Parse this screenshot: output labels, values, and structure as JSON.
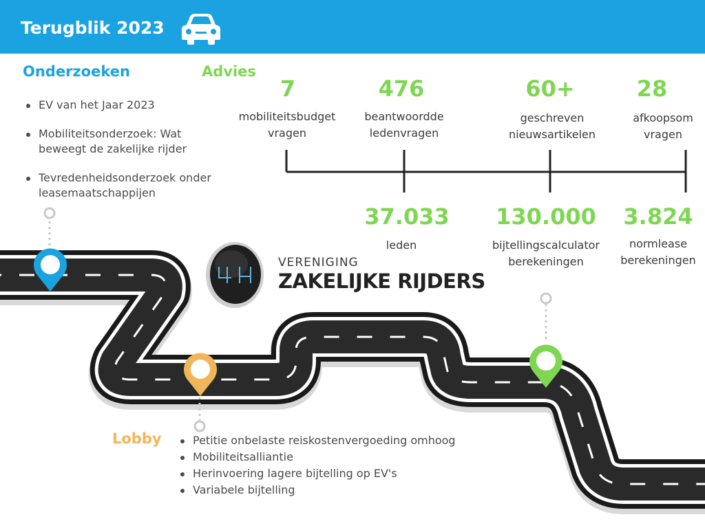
{
  "header": {
    "title": "Terugblik 2023",
    "background_color": "#1aa3e0",
    "icon": "car-icon"
  },
  "onderzoeken": {
    "heading": "Onderzoeken",
    "color": "#1aa3e0",
    "items": [
      "EV van het Jaar 2023",
      "Mobiliteitsonderzoek: Wat beweegt de zakelijke rijder",
      "Tevredenheidsonderzoek onder leasemaatschappijen"
    ]
  },
  "advies": {
    "heading": "Advies",
    "color": "#7fd653",
    "top_stats": [
      {
        "value": "7",
        "label": "mobiliteitsbudget\nvragen"
      },
      {
        "value": "476",
        "label": "beantwoordde\nledenvragen"
      },
      {
        "value": "60+",
        "label": "geschreven\nnieuwsartikelen"
      },
      {
        "value": "28",
        "label": "afkoopsom\nvragen"
      }
    ],
    "bottom_stats": [
      {
        "value": "37.033",
        "label": "leden"
      },
      {
        "value": "130.000",
        "label": "bijtellingscalculator\nberekeningen"
      },
      {
        "value": "3.824",
        "label": "normlease\nberekeningen"
      }
    ]
  },
  "lobby": {
    "heading": "Lobby",
    "color": "#f2b65a",
    "items": [
      "Petitie onbelaste reiskostenvergoeding omhoog",
      "Mobiliteitsalliantie",
      "Herinvoering lagere bijtelling op EV's",
      "Variabele bijtelling"
    ]
  },
  "logo": {
    "line1": "VERENIGING",
    "line2": "ZAKELIJKE RIJDERS",
    "badge_text": "4H"
  },
  "markers": [
    {
      "name": "pin-onderzoeken",
      "color": "#1aa3e0"
    },
    {
      "name": "pin-lobby",
      "color": "#f2b65a"
    },
    {
      "name": "pin-advies",
      "color": "#7fd653"
    }
  ]
}
